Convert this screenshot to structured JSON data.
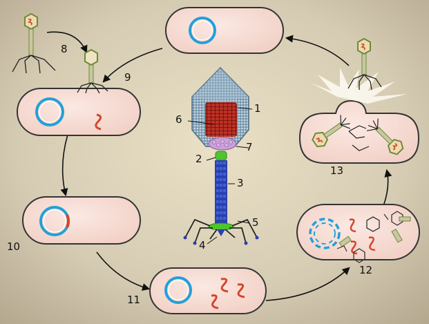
{
  "labels": {
    "l1": "1",
    "l2": "2",
    "l3": "3",
    "l4": "4",
    "l5": "5",
    "l6": "6",
    "l7": "7",
    "l8": "8",
    "l9": "9",
    "l10": "10",
    "l11": "11",
    "l12": "12",
    "l13": "13"
  },
  "colors": {
    "cell_fill": "#f6dcd4",
    "cell_border": "#3a3a3a",
    "dna_ring": "#23a0d8",
    "phage_dna": "#d2452a",
    "capsid": "#5f7f98",
    "capsid_dna": "#a4241c",
    "tail": "#2a3fb0",
    "collar": "#4fc42e",
    "tail_fiber": "#222222",
    "small_phage": "#6b8a3b",
    "background_center": "#e6dcc0",
    "background_edge": "#b9ad95"
  },
  "icons": [
    "bacterium-cell",
    "circular-dna",
    "phage-dna-strand",
    "bacteriophage",
    "cycle-arrow"
  ]
}
